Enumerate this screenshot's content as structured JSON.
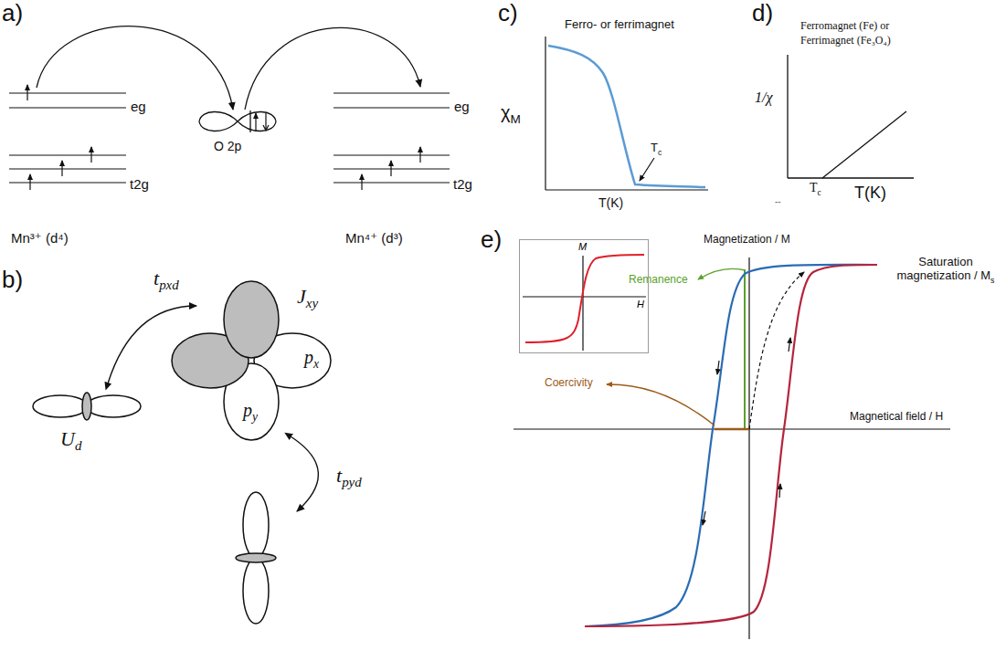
{
  "diagram": {
    "nodes": [
      {
        "text": [
          "M",
          "H"
        ]
      }
    ],
    "labels": [
      "a)",
      "eg",
      "t2g",
      "O 2p",
      "eg",
      "t2g",
      "Mn³⁺ (d⁴)",
      "Mn⁴⁺ (d³)",
      "b)",
      "t",
      "pxd",
      "J",
      "xy",
      "U",
      "d",
      "p",
      "x",
      "p",
      "y",
      "t",
      "pyd",
      "c)",
      "Ferro- or ferrimagnet",
      "χ",
      "M",
      "T",
      "c",
      "T(K)",
      "d)",
      "Ferromagnet (Fe) or",
      "Ferrimagnet (Fe₃O₄)",
      "1/χ",
      "T",
      "c",
      "T(K)",
      "--",
      "e)",
      "Magnetization / M",
      "Saturation magnetization / M",
      "s",
      "Remanence",
      "Coercivity",
      "Magnetical field / H"
    ]
  }
}
